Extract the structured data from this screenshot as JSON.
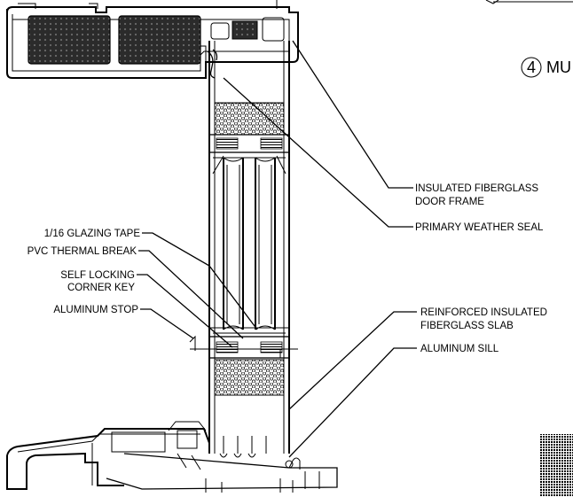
{
  "detail": {
    "number": "4",
    "title_fragment": "MU"
  },
  "labels": {
    "insulated_frame_1": "INSULATED FIBERGLASS",
    "insulated_frame_2": "DOOR FRAME",
    "primary_seal": "PRIMARY WEATHER SEAL",
    "glazing_tape": "1/16 GLAZING TAPE",
    "pvc_break": "PVC THERMAL BREAK",
    "corner_key_1": "SELF LOCKING",
    "corner_key_2": "CORNER KEY",
    "aluminum_stop": "ALUMINUM STOP",
    "reinforced_slab_1": "REINFORCED INSULATED",
    "reinforced_slab_2": "FIBERGLASS SLAB",
    "aluminum_sill": "ALUMINUM SILL"
  },
  "colors": {
    "line": "#000000",
    "background": "#ffffff",
    "hatch_dark": "#1a1a1a"
  }
}
